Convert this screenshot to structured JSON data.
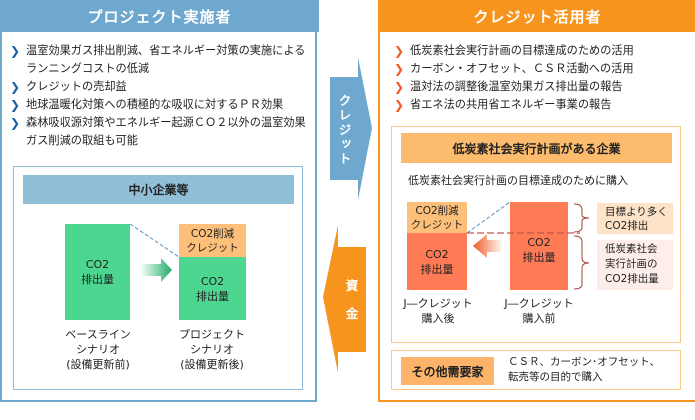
{
  "left_panel": {
    "title": "プロジェクト実施者",
    "bullets": [
      "温室効果ガス排出削減、省エネルギー対策の実施によるランニングコストの低減",
      "クレジットの売却益",
      "地球温暖化対策への積極的な吸収に対するＰＲ効果",
      "森林吸収源対策やエネルギー起源ＣＯ２以外の温室効果ガス削減の取組も可能"
    ],
    "sme_box": {
      "title": "中小企業等",
      "baseline_bar": "CO2\n排出量",
      "credit_block": "CO2削減\nクレジット",
      "project_bar": "CO2\n排出量",
      "baseline_label": [
        "ベースライン",
        "シナリオ",
        "(設備更新前)"
      ],
      "project_label": [
        "プロジェクト",
        "シナリオ",
        "(設備更新後)"
      ]
    }
  },
  "arrows": {
    "credit": "クレジット",
    "funds": "資\n金"
  },
  "right_panel": {
    "title": "クレジット活用者",
    "bullets": [
      "低炭素社会実行計画の目標達成のための活用",
      "カーボン・オフセット、ＣＳＲ活動への活用",
      "温対法の調整後温室効果ガス排出量の報告",
      "省エネ法の共用省エネルギー事業の報告"
    ],
    "company_box": {
      "title": "低炭素社会実行計画がある企業",
      "subtitle": "低炭素社会実行計画の目標達成のために購入",
      "credit_block": "CO2削減\nクレジット",
      "after_bar": "CO2\n排出量",
      "before_bar": "CO2\n排出量",
      "after_label": [
        "J―クレジット",
        "購入後"
      ],
      "before_label": [
        "J―クレジット",
        "購入前"
      ],
      "excess_label": "目標より多く\nCO2排出",
      "plan_label": "低炭素社会\n実行計画の\nCO2排出量"
    },
    "other_box": {
      "tag": "その他需要家",
      "text_line1": "ＣＳＲ、カーボン･オフセット、",
      "text_line2": "転売等の目的で購入"
    }
  },
  "colors": {
    "blue": "#6fa8cf",
    "orange": "#f7941d",
    "green": "#4cd68f",
    "red": "#ff7b55",
    "peach": "#fdbf7a"
  }
}
